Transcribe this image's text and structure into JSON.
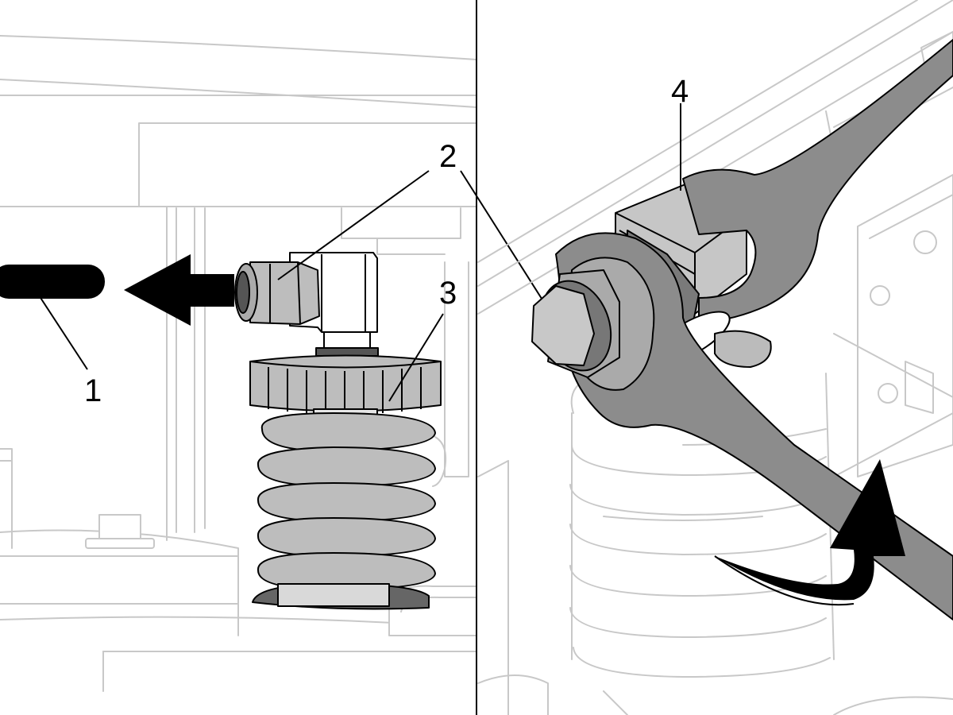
{
  "figure": {
    "left_panel": {
      "callouts": [
        {
          "id": "1",
          "text": "1"
        },
        {
          "id": "2",
          "text": "2"
        },
        {
          "id": "3",
          "text": "3"
        }
      ]
    },
    "right_panel": {
      "callouts": [
        {
          "id": "4",
          "text": "4"
        }
      ]
    },
    "colors": {
      "outline": "#c8c8c8",
      "part_fill": "#bdbdbd",
      "wrench": "#8c8c8c",
      "arrow": "#000000"
    }
  }
}
